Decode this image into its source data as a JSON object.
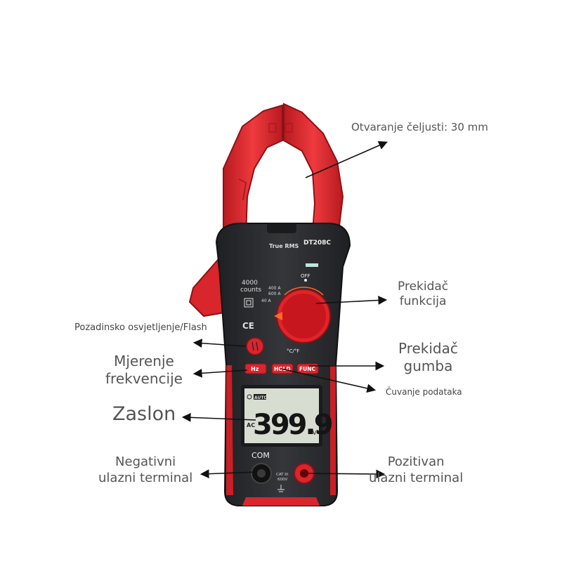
{
  "device": {
    "model": "DT208C",
    "badge": "True RMS",
    "counts_value": "4000",
    "counts_unit": "counts",
    "ce_mark": "CE",
    "dial": {
      "off": "OFF",
      "range_400a": "400 A",
      "range_600a": "600 A",
      "range_40a": "40 A",
      "range_temp": "°C/°F"
    },
    "buttons": {
      "backlight": "",
      "hz": "Hz",
      "hold": "HOLD",
      "func": "FUNC"
    },
    "display": {
      "auto": "AUTO",
      "mode": "AC",
      "reading": "399.9",
      "unit": "V"
    },
    "terminals": {
      "com": "COM",
      "cat": "CAT III",
      "voltage": "600V"
    },
    "colors": {
      "body": "#2a2b2e",
      "accent_red": "#d9252c",
      "jaw_red": "#e0242a",
      "lcd": "#d8ddd2"
    }
  },
  "callouts": {
    "jaw_opening": "Otvaranje čeljusti: 30 mm",
    "function_switch_line1": "Prekidač",
    "function_switch_line2": "funkcija",
    "backlight": "Pozadinsko osvjetljenje/Flash",
    "button_switch_line1": "Prekidač",
    "button_switch_line2": "gumba",
    "frequency_line1": "Mjerenje",
    "frequency_line2": "frekvencije",
    "data_hold": "Čuvanje podataka",
    "display": "Zaslon",
    "negative_line1": "Negativni",
    "negative_line2": "ulazni terminal",
    "positive_line1": "Pozitivan",
    "positive_line2": "ulazni terminal"
  }
}
